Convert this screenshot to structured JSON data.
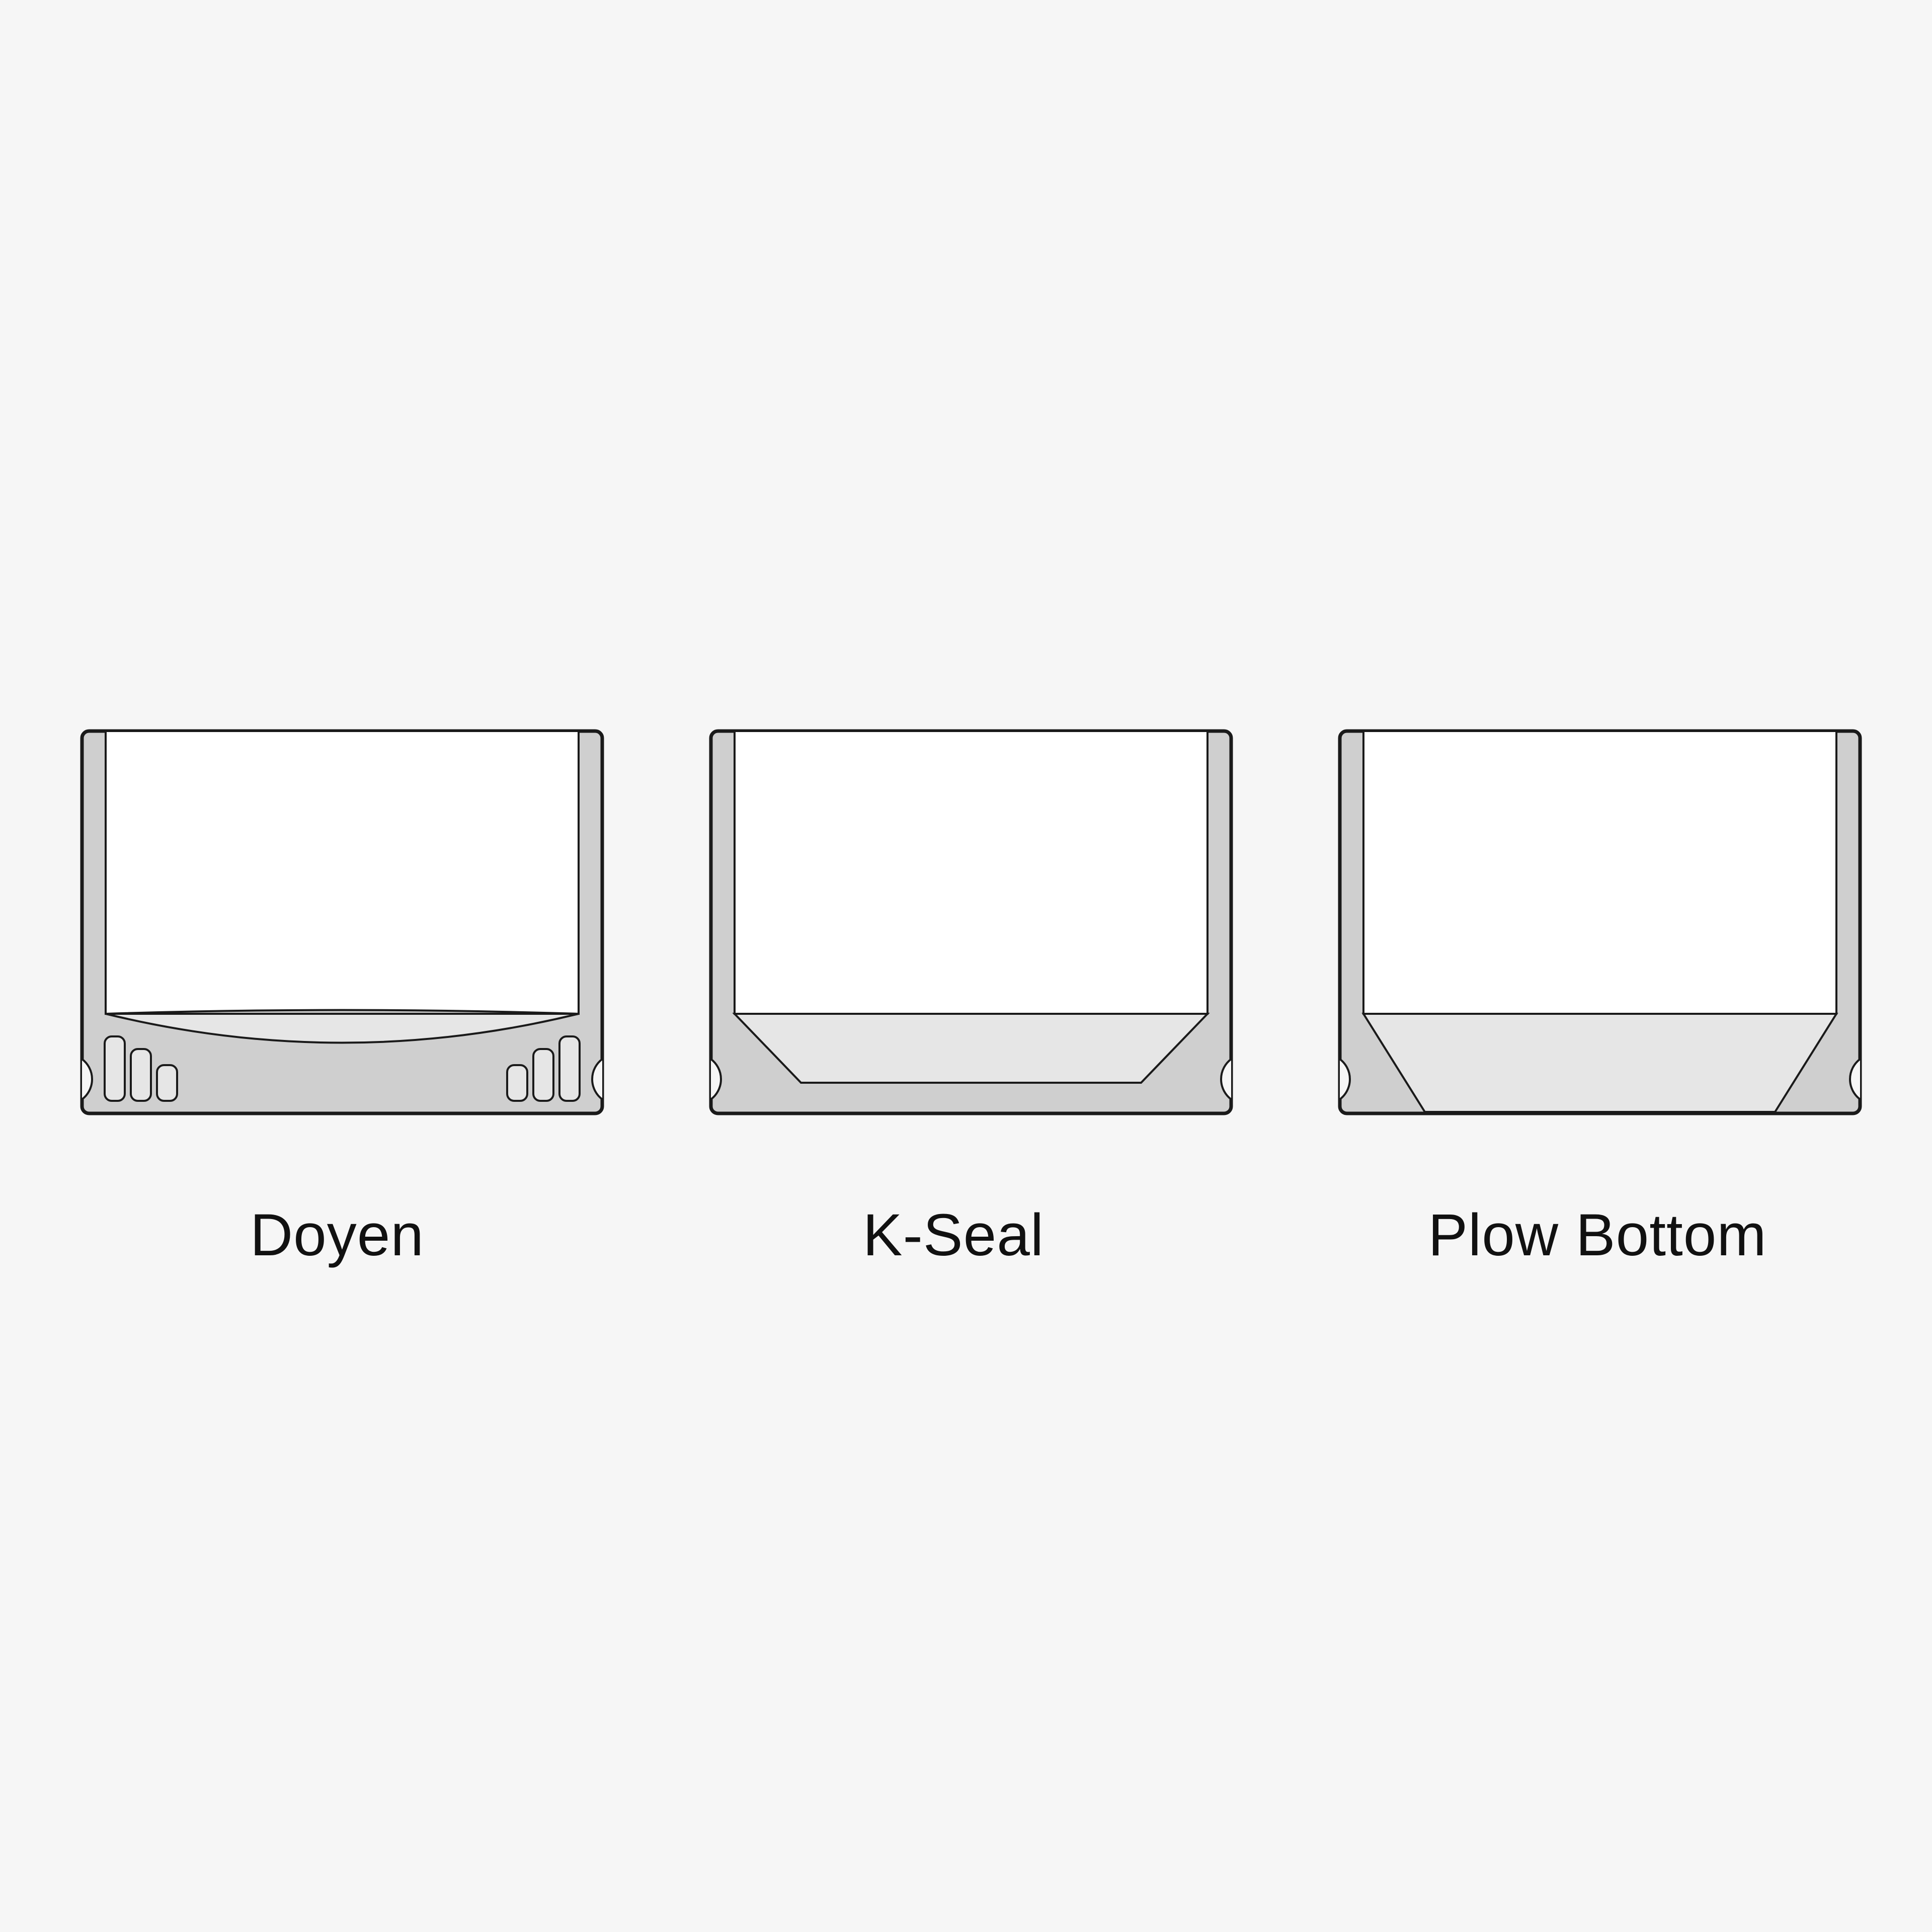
{
  "pouch_types": [
    {
      "id": "doyen",
      "label": "Doyen"
    },
    {
      "id": "kseal",
      "label": "K-Seal"
    },
    {
      "id": "plow",
      "label": "Plow Bottom"
    }
  ],
  "colors": {
    "background": "#f6f6f6",
    "seal": "#cfcfcf",
    "gusset": "#e6e6e6",
    "body": "#ffffff",
    "outline": "#1a1a1a"
  }
}
